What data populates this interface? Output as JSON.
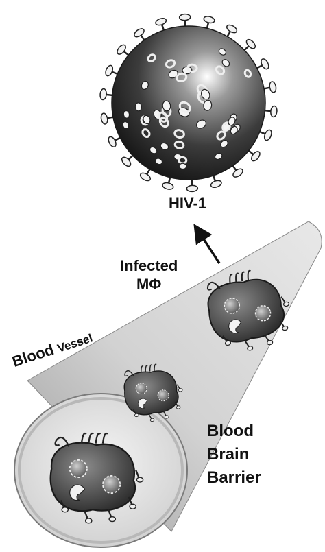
{
  "labels": {
    "virus": "HIV-1",
    "infected_line1": "Infected",
    "infected_line2": "MΦ",
    "vessel_big": "Blood ",
    "vessel_small": "Vessel",
    "bbb_line1": "Blood",
    "bbb_line2": "Brain",
    "bbb_line3": "Barrier"
  },
  "colors": {
    "virus_body": "#3a3a3a",
    "cell_body": "#555555",
    "vessel_wall": "#c8c8c8",
    "text": "#111111"
  }
}
